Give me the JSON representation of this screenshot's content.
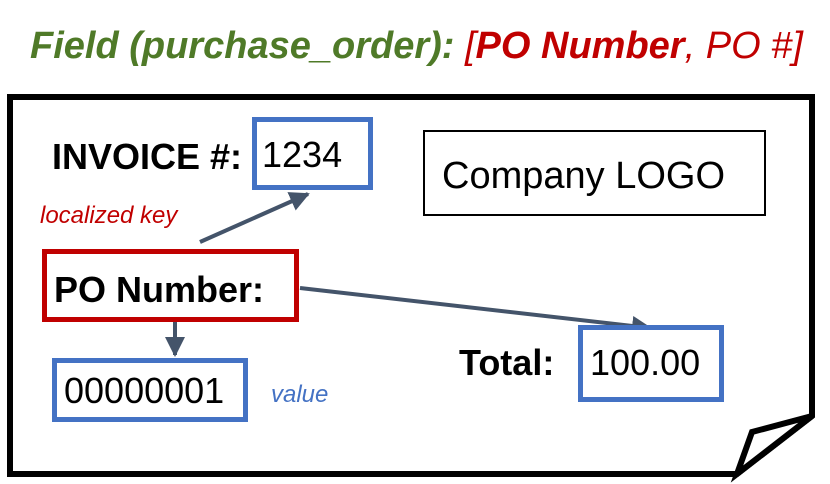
{
  "title": {
    "field_label": "Field (purchase_order):",
    "bracket_open": " [",
    "key_primary": "PO Number",
    "separator": ", ",
    "key_alt": "PO #",
    "bracket_close": "]"
  },
  "invoice": {
    "invoice_key": "INVOICE #:",
    "invoice_value": "1234",
    "logo_text": "Company LOGO",
    "po_key": "PO Number:",
    "po_value": "00000001",
    "total_key": "Total:",
    "total_value": "100.00"
  },
  "annotations": {
    "localized_key": "localized key",
    "value": "value"
  },
  "colors": {
    "field_green": "#4f7a28",
    "key_red": "#c00000",
    "value_blue": "#4472c4",
    "arrow_gray": "#44546a"
  }
}
